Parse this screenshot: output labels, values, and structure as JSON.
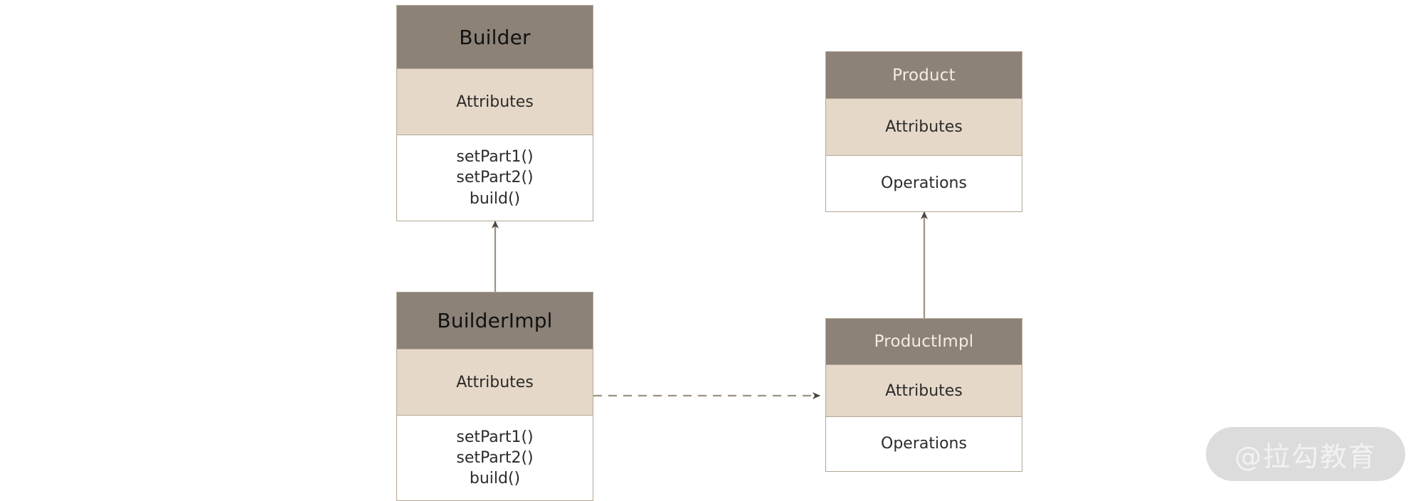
{
  "diagram": {
    "title_note": "Builder design pattern UML class diagram",
    "colors": {
      "header_fill": "#8c8278",
      "attributes_fill": "#e6d8c8",
      "operations_fill": "#ffffff",
      "border": "#b3a695",
      "connector": "#9c9184",
      "canvas": "#ffffff",
      "watermark_pill": "#dcdcdc",
      "watermark_text": "#f2f2f2"
    },
    "classes": [
      {
        "id": "builder",
        "name": "Builder",
        "attributes_label": "Attributes",
        "operations_label": "setPart1()\nsetPart2()\nbuild()",
        "title_color": "dark"
      },
      {
        "id": "product",
        "name": "Product",
        "attributes_label": "Attributes",
        "operations_label": "Operations",
        "title_color": "light"
      },
      {
        "id": "builderimpl",
        "name": "BuilderImpl",
        "attributes_label": "Attributes",
        "operations_label": "setPart1()\nsetPart2()\nbuild()",
        "title_color": "dark"
      },
      {
        "id": "productimpl",
        "name": "ProductImpl",
        "attributes_label": "Attributes",
        "operations_label": "Operations",
        "title_color": "light"
      }
    ],
    "connectors": [
      {
        "id": "builderimpl-to-builder",
        "kind": "generalization",
        "style": "solid",
        "from": "BuilderImpl",
        "to": "Builder",
        "arrowhead": "closed-filled-triangle"
      },
      {
        "id": "productimpl-to-product",
        "kind": "generalization",
        "style": "solid",
        "from": "ProductImpl",
        "to": "Product",
        "arrowhead": "closed-filled-triangle"
      },
      {
        "id": "builderimpl-to-productimpl",
        "kind": "dependency",
        "style": "dashed",
        "from": "BuilderImpl",
        "to": "ProductImpl",
        "arrowhead": "open-arrow"
      }
    ]
  },
  "watermark": {
    "text": "@拉勾教育"
  }
}
